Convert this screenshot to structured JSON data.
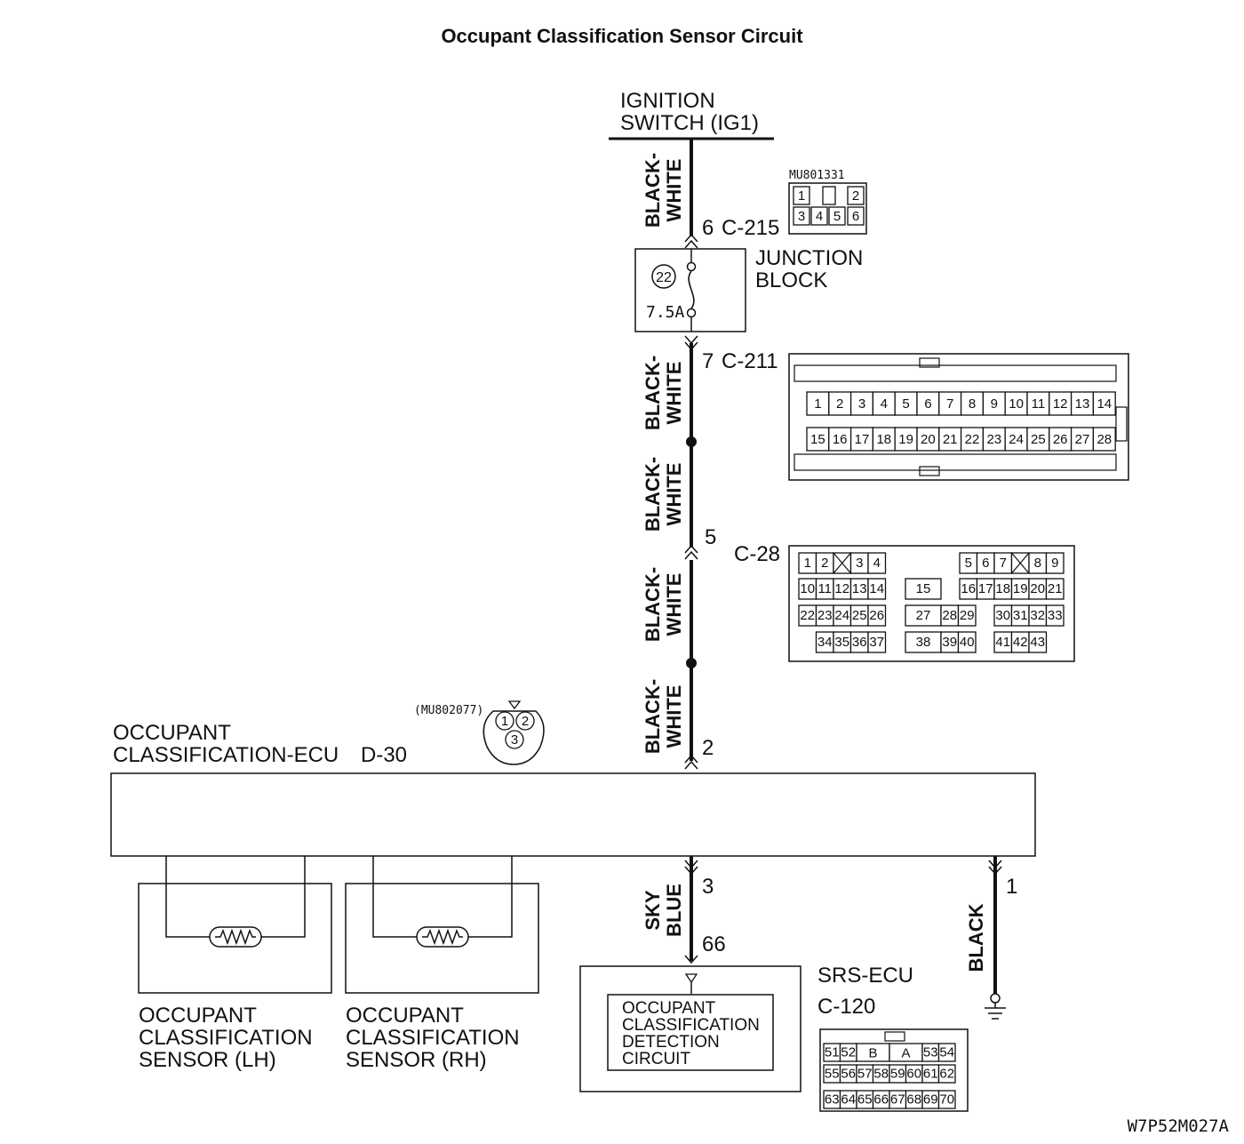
{
  "title": "Occupant Classification Sensor Circuit",
  "ignition": {
    "line1": "IGNITION",
    "line2": "SWITCH (IG1)"
  },
  "wire_colors": {
    "black_white": [
      "BLACK-",
      "WHITE"
    ],
    "sky_blue": [
      "SKY",
      "BLUE"
    ],
    "black": "BLACK"
  },
  "connectors": {
    "c215": {
      "part": "MU801331",
      "pin": "6",
      "name": "C-215",
      "pins": [
        "1",
        "2",
        "3",
        "4",
        "5",
        "6"
      ]
    },
    "c211": {
      "pin": "7",
      "name": "C-211"
    },
    "c28": {
      "pin": "5",
      "name": "C-28"
    },
    "d30": {
      "part": "(MU802077)",
      "pin_in": "2",
      "pin_out_skyblue": "3",
      "pin_out_black": "1",
      "pins": [
        "1",
        "2",
        "3"
      ]
    },
    "c120": {
      "pin": "66",
      "name": "C-120"
    }
  },
  "junction_block": {
    "line1": "JUNCTION",
    "line2": "BLOCK",
    "fuse_no": "22",
    "fuse_rating": "7.5A"
  },
  "ecu": {
    "line1": "OCCUPANT",
    "line2": "CLASSIFICATION-ECU",
    "code": "D-30"
  },
  "sensor_lh": {
    "line1": "OCCUPANT",
    "line2": "CLASSIFICATION",
    "line3": "SENSOR (LH)"
  },
  "sensor_rh": {
    "line1": "OCCUPANT",
    "line2": "CLASSIFICATION",
    "line3": "SENSOR (RH)"
  },
  "srs_ecu": {
    "name": "SRS-ECU",
    "inner": [
      "OCCUPANT",
      "CLASSIFICATION",
      "DETECTION",
      "CIRCUIT"
    ]
  },
  "c211_pins": {
    "row1": [
      "1",
      "2",
      "3",
      "4",
      "5",
      "6",
      "7",
      "8",
      "9",
      "10",
      "11",
      "12",
      "13",
      "14"
    ],
    "row2": [
      "15",
      "16",
      "17",
      "18",
      "19",
      "20",
      "21",
      "22",
      "23",
      "24",
      "25",
      "26",
      "27",
      "28"
    ]
  },
  "c28_pins": {
    "left": [
      [
        "1",
        "2",
        "",
        "3",
        "4"
      ],
      [
        "10",
        "11",
        "12",
        "13",
        "14"
      ],
      [
        "22",
        "23",
        "24",
        "25",
        "26"
      ],
      [
        "",
        "34",
        "35",
        "36",
        "37"
      ]
    ],
    "mid": [
      [
        "15"
      ],
      [
        "27",
        "28",
        "29"
      ],
      [
        "38",
        "39",
        "40"
      ]
    ],
    "right": [
      [
        "5",
        "6",
        "7",
        "",
        "8",
        "9"
      ],
      [
        "16",
        "17",
        "18",
        "19",
        "20",
        "21"
      ],
      [
        "30",
        "31",
        "32",
        "33"
      ],
      [
        "41",
        "42",
        "43"
      ]
    ]
  },
  "c120_pins": {
    "row1": [
      "51",
      "52",
      "B",
      "A",
      "53",
      "54"
    ],
    "row2": [
      "55",
      "56",
      "57",
      "58",
      "59",
      "60",
      "61",
      "62"
    ],
    "row3": [
      "63",
      "64",
      "65",
      "66",
      "67",
      "68",
      "69",
      "70"
    ]
  },
  "figure_code": "W7P52M027A"
}
